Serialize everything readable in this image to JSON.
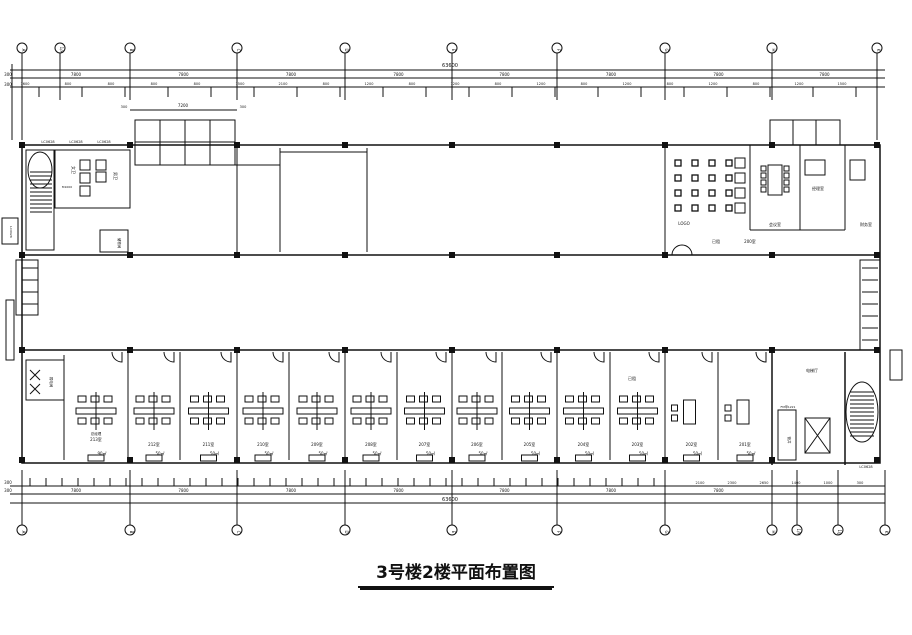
{
  "title": "3号楼2楼平面布置图",
  "axes_top": [
    "A",
    "1/A",
    "B",
    "C",
    "D",
    "E",
    "F",
    "G",
    "H",
    "K"
  ],
  "axes_bottom": [
    "A",
    "B",
    "C",
    "D",
    "E",
    "F",
    "G",
    "H",
    "1/H",
    "1/J",
    "K"
  ],
  "dimensions": {
    "total": "63600",
    "bay": "7800",
    "edge": "300",
    "inner_span": "7200",
    "top_sub": [
      "1600",
      "800",
      "800",
      "800",
      "800",
      "1500",
      "2100",
      "800",
      "1200",
      "800",
      "1200",
      "800",
      "1200",
      "800",
      "1200",
      "800",
      "1200",
      "800",
      "1200",
      "1500"
    ],
    "bottom_tail": [
      "2100",
      "2300",
      "2650",
      "1400",
      "1000",
      "300"
    ]
  },
  "top_rooms": {
    "windows": [
      "LC0628",
      "LC0628",
      "LC0628"
    ],
    "toilet_f": "女卫",
    "toilet_m": "男卫",
    "door": "M1000",
    "storage": "储物间",
    "logo": "LOGO",
    "rented": "已租",
    "room_200": "200室",
    "meeting": "会议室",
    "manager": "经理室",
    "finance": "财务室",
    "stair_window": "LC0628"
  },
  "bottom_rooms": [
    {
      "name": "213室",
      "area": "90㎡",
      "tag": "总经理"
    },
    {
      "name": "212室",
      "area": "50㎡"
    },
    {
      "name": "211室",
      "area": "50㎡"
    },
    {
      "name": "210室",
      "area": "50㎡"
    },
    {
      "name": "209室",
      "area": "50㎡"
    },
    {
      "name": "208室",
      "area": "50㎡"
    },
    {
      "name": "207室",
      "area": "50㎡"
    },
    {
      "name": "206室",
      "area": "50㎡"
    },
    {
      "name": "205室",
      "area": "50㎡"
    },
    {
      "name": "204室",
      "area": "50㎡"
    },
    {
      "name": "203室",
      "area": "50㎡"
    },
    {
      "name": "202室",
      "area": "50㎡"
    },
    {
      "name": "201室",
      "area": "50㎡"
    }
  ],
  "bottom_misc": {
    "rented": "已租",
    "elevator_hall": "电梯厅",
    "fire_door": "FM甲1221",
    "shaft": "管井",
    "left_room": "弱电间",
    "stair_window": "LC0628"
  }
}
